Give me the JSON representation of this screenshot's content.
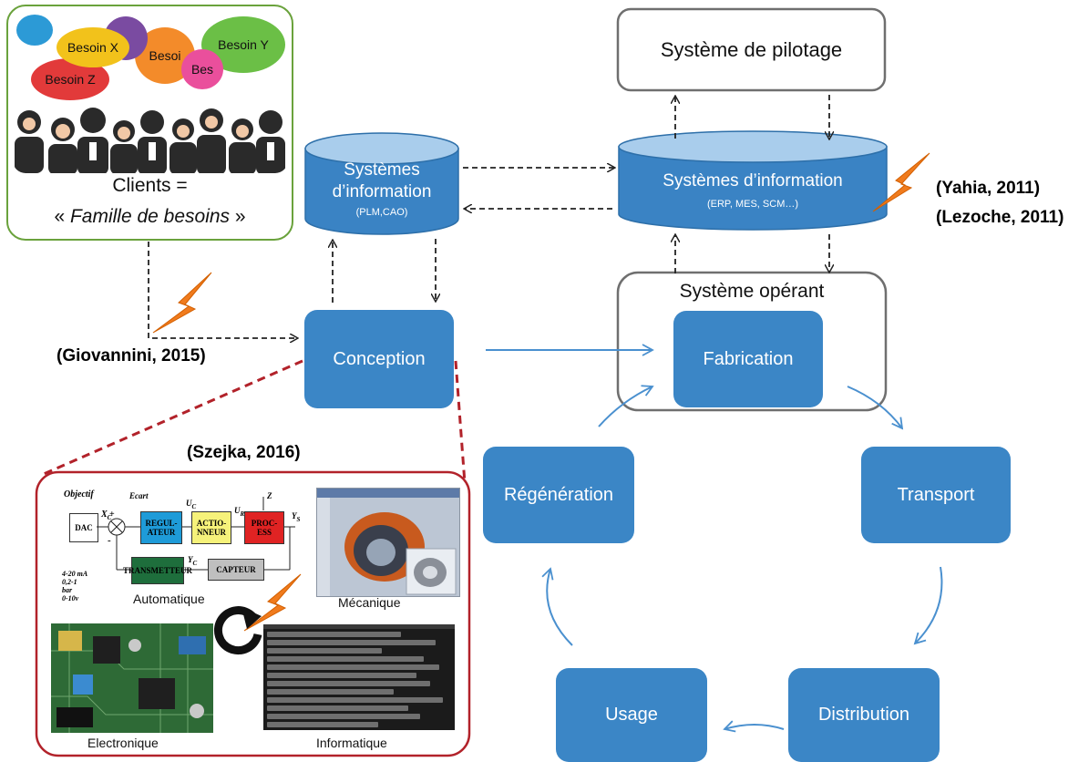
{
  "clients": {
    "label": "Clients =",
    "sub_open": "« ",
    "sub_italic": "Famille de besoins",
    "sub_close": " »",
    "bubbles": [
      "Besoin X",
      "Besoin Z",
      "Besoi",
      "Bes",
      "Besoin Y"
    ]
  },
  "si_left": {
    "title1": "Systèmes",
    "title2": "d’information",
    "sub": "(PLM,CAO)"
  },
  "si_right": {
    "title": "Systèmes d’information",
    "sub": "(ERP, MES, SCM…)"
  },
  "pilotage": "Système de pilotage",
  "operant": "Système opérant",
  "boxes": {
    "conception": "Conception",
    "fabrication": "Fabrication",
    "regeneration": "Régénération",
    "transport": "Transport",
    "usage": "Usage",
    "distribution": "Distribution"
  },
  "refs": {
    "yahia": "(Yahia, 2011)",
    "lezoche": "(Lezoche, 2011)",
    "giovannini": "(Giovannini, 2015)",
    "szejka": "(Szejka, 2016)"
  },
  "domains": {
    "automatique": "Automatique",
    "mecanique": "Mécanique",
    "electronique": "Electronique",
    "informatique": "Informatique"
  },
  "control_diagram": {
    "objectif": "Objectif",
    "dac": "DAC",
    "ecart": "Ecart",
    "regulateur": "REGUL-ATEUR",
    "actionneur": "ACTIO-NNEUR",
    "process": "PROC-ESS",
    "transmetteur": "TRANSMETTEUR",
    "capteur": "CAPTEUR",
    "xc": "X",
    "xc_sub": "C",
    "uc": "U",
    "uc_sub": "C",
    "ur": "U",
    "ur_sub": "R",
    "ys": "Y",
    "ys_sub": "S",
    "yc": "Y",
    "yc_sub": "C",
    "z": "Z",
    "plus": "+",
    "minus": "-",
    "signals": [
      "4-20 mA",
      "0,2-1",
      "bar",
      "0-10v"
    ]
  },
  "colors": {
    "box_blue": "#3b86c6",
    "cylinder_blue": "#3a83c4",
    "client_border": "#6aa23c",
    "domain_border": "#b2222a",
    "bolt_orange": "#f07b1d",
    "arrow_blue": "#4a90cf"
  }
}
